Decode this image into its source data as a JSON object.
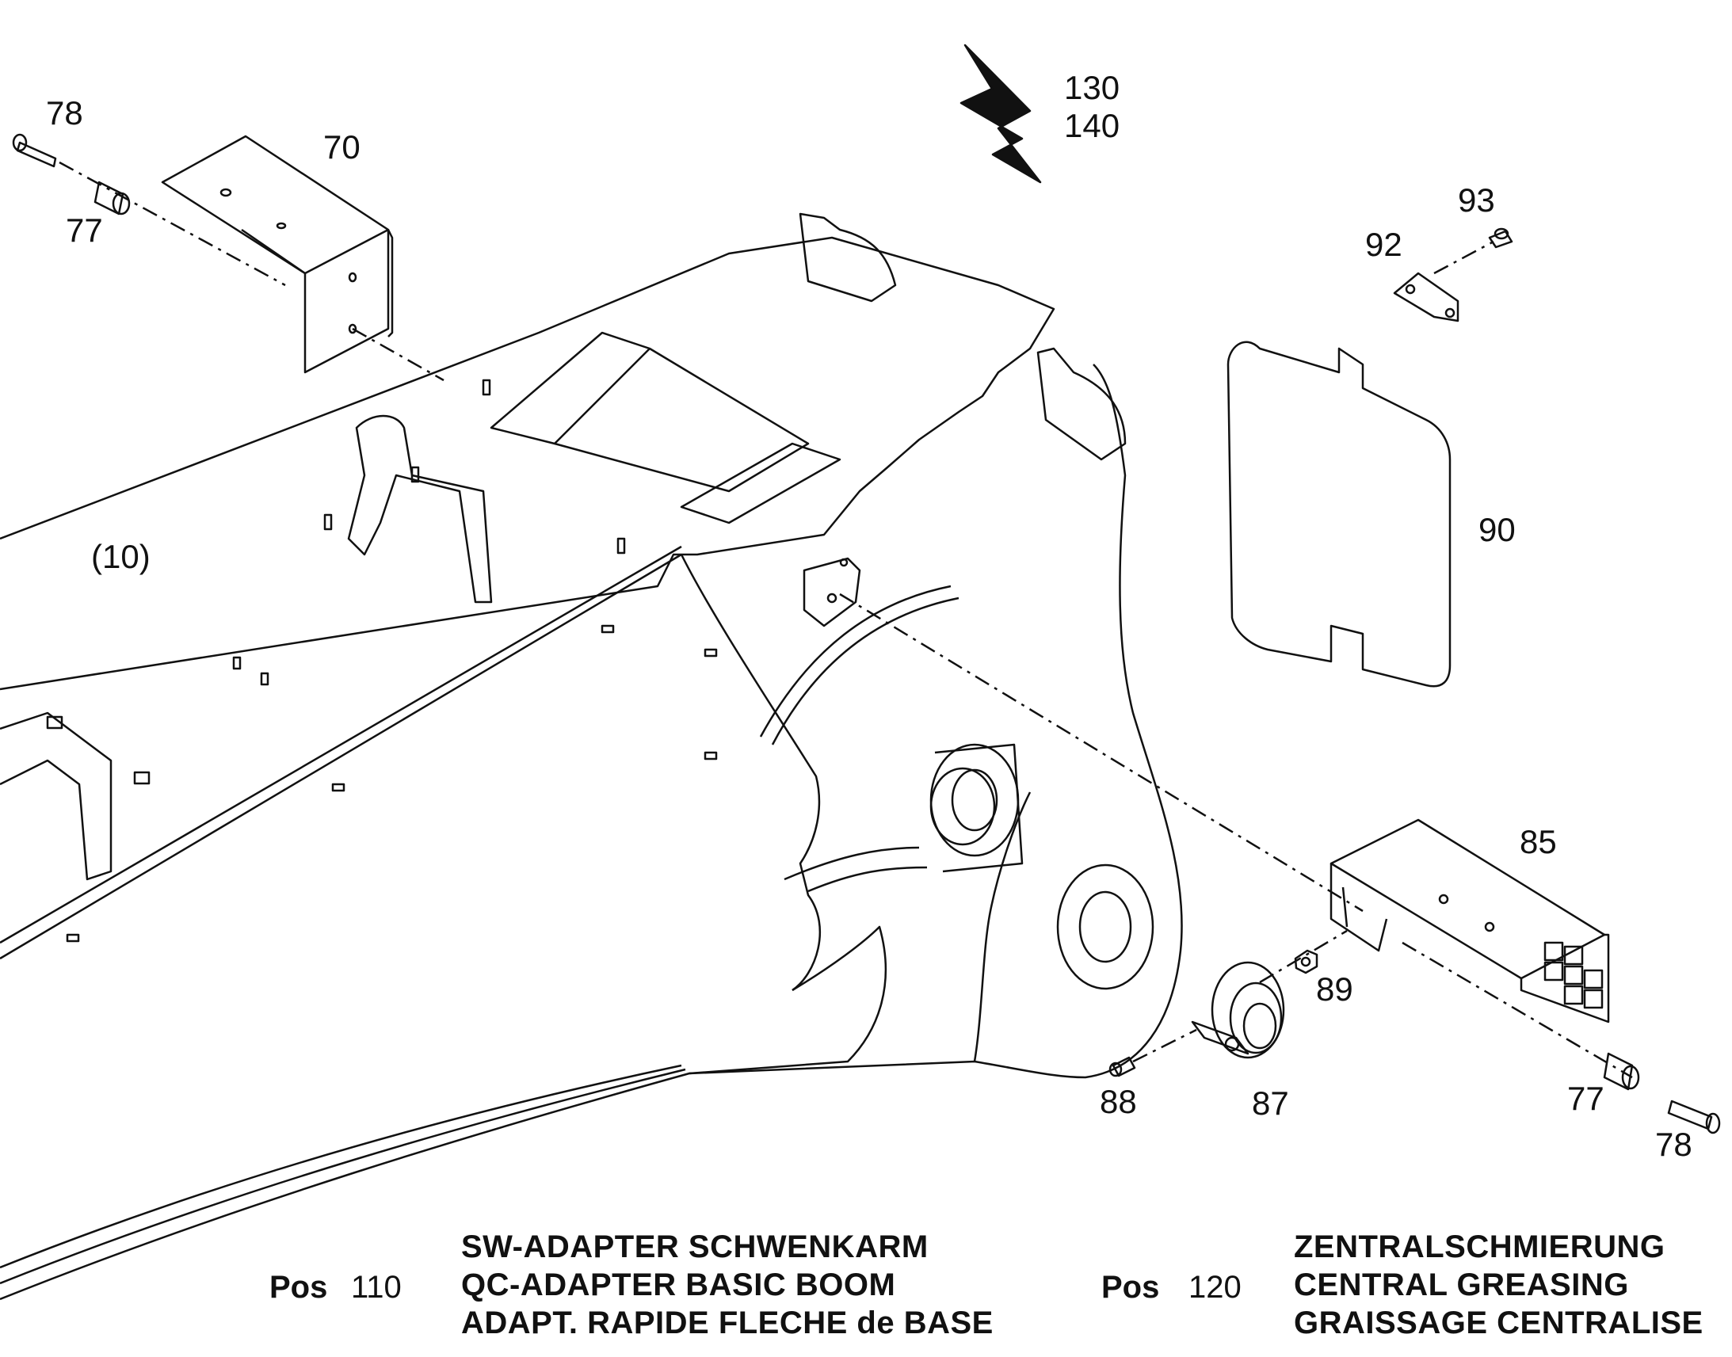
{
  "part_labels": {
    "p130": "130",
    "p140": "140",
    "p78a": "78",
    "p70": "70",
    "p77a": "77",
    "p93": "93",
    "p92": "92",
    "p90": "90",
    "p10": "(10)",
    "p85": "85",
    "p89": "89",
    "p88": "88",
    "p87": "87",
    "p77b": "77",
    "p78b": "78"
  },
  "positions": [
    {
      "pos_label": "Pos",
      "number": "110",
      "lines": [
        "SW-ADAPTER SCHWENKARM",
        "QC-ADAPTER BASIC BOOM",
        "ADAPT. RAPIDE FLECHE de BASE"
      ]
    },
    {
      "pos_label": "Pos",
      "number": "120",
      "lines": [
        "ZENTRALSCHMIERUNG",
        "CENTRAL GREASING",
        "GRAISSAGE CENTRALISE"
      ]
    }
  ],
  "colors": {
    "line": "#111111",
    "background": "#ffffff"
  },
  "icons": [
    "lightning-bolt-icon"
  ]
}
